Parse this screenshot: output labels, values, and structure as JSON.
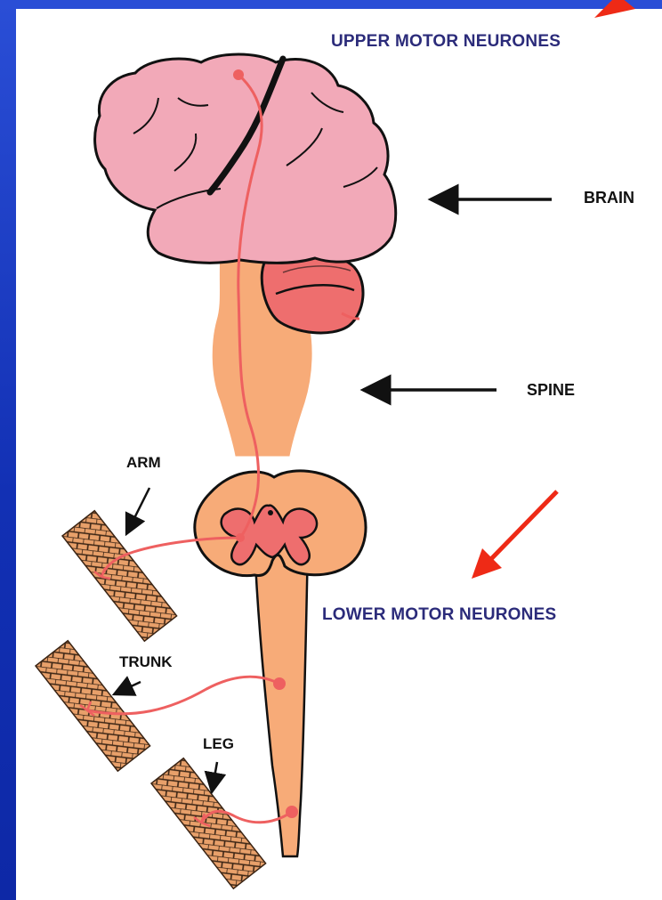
{
  "labels": {
    "upper_motor_neurones": "UPPER MOTOR NEURONES",
    "lower_motor_neurones": "LOWER MOTOR NEURONES",
    "brain": "BRAIN",
    "spine": "SPINE",
    "arm": "ARM",
    "trunk": "TRUNK",
    "leg": "LEG"
  },
  "colors": {
    "frame": "#1233b8",
    "brain": "#f2a9b8",
    "cerebellum": "#ee6e6e",
    "spinal_cord": "#f7ab78",
    "neuron": "#ee6060",
    "muscle": "#e8a06a",
    "callout_arrow": "#ee2a16",
    "label_text": "#2b2b7a"
  }
}
